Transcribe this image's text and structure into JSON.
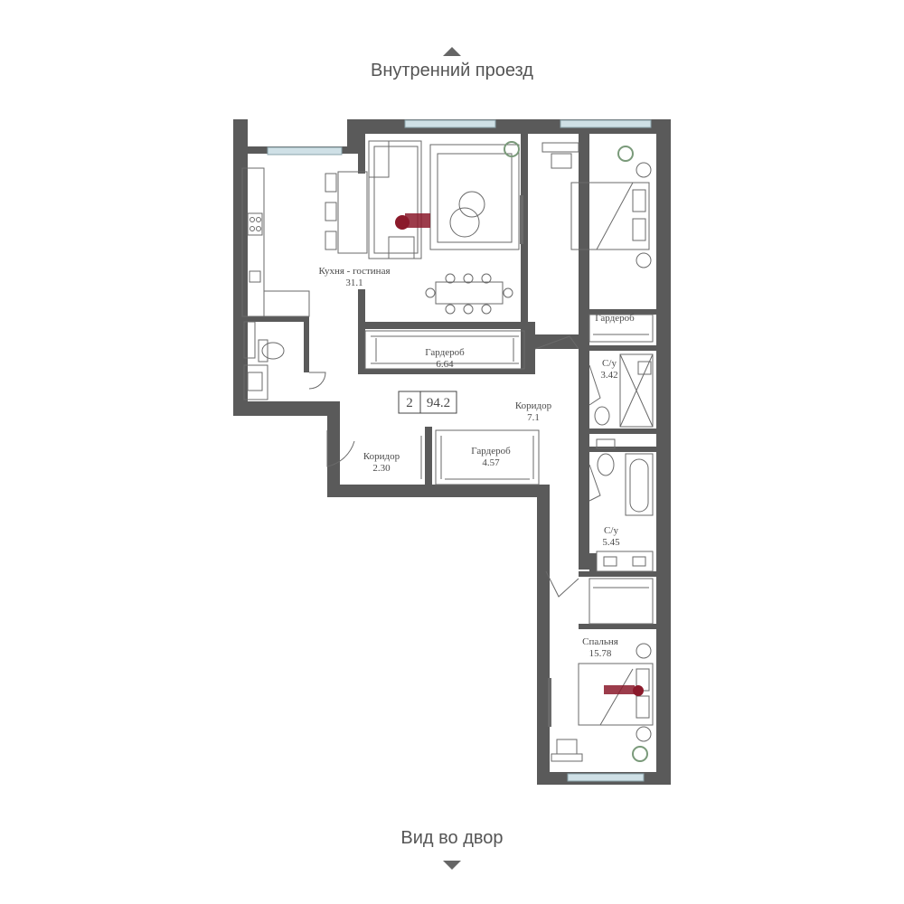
{
  "header": {
    "street_label": "Внутренний проезд"
  },
  "footer": {
    "view_label": "Вид во двор"
  },
  "apartment": {
    "rooms": "2",
    "area": "94.2"
  },
  "rooms": {
    "kitchen_living": {
      "name": "Кухня - гостиная",
      "area": "31.1"
    },
    "wardrobe_1": {
      "name": "Гардероб",
      "area": "6.64"
    },
    "wardrobe_2": {
      "name": "Гардероб",
      "area": ""
    },
    "wardrobe_3": {
      "name": "Гардероб",
      "area": "4.57"
    },
    "bath_1": {
      "name": "С/у",
      "area": "3.42"
    },
    "bath_2": {
      "name": "С/у",
      "area": "5.45"
    },
    "corridor_1": {
      "name": "Коридор",
      "area": "7.1"
    },
    "corridor_2": {
      "name": "Коридор",
      "area": "2.30"
    },
    "bedroom": {
      "name": "Спальня",
      "area": "15.78"
    }
  },
  "colors": {
    "wall": "#5a5a5a",
    "window": "#cfe0e6",
    "accent": "#8b1a2b",
    "furniture": "#6a6a6a"
  }
}
